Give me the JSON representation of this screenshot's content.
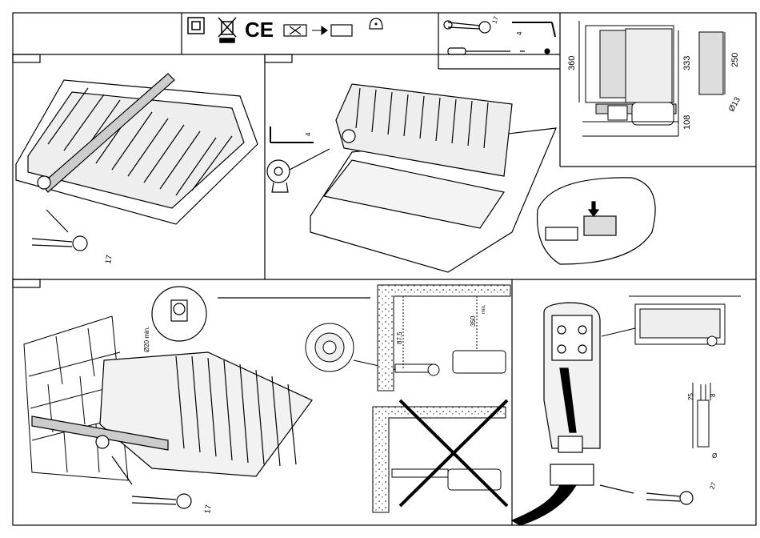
{
  "symbols": {
    "ce": "CE",
    "icons": [
      "double-insulation-icon",
      "no-bin-icon",
      "ce-mark-icon",
      "lamp-replace-icon",
      "arrow-icon",
      "blank-box-icon",
      "bulb-icon"
    ]
  },
  "tools": {
    "wrench_size_top": "17",
    "hex_key_size_top": "4"
  },
  "dimensions": {
    "height": "360",
    "body_height": "333",
    "width": "250",
    "depth": "108",
    "bolt": "Ø13"
  },
  "step2": {
    "hex_key_size": "4"
  },
  "step1": {
    "wrench_size": "17"
  },
  "step3": {
    "anchor": "Ø20 min.",
    "wall_clearance": "350",
    "wall_clearance_note": "min.",
    "offset": "87,5",
    "wrench_size": "17"
  },
  "step4": {
    "strip_length": "25",
    "strip_core": "8",
    "cable_diam": "Ø",
    "wrench_size": "27"
  }
}
